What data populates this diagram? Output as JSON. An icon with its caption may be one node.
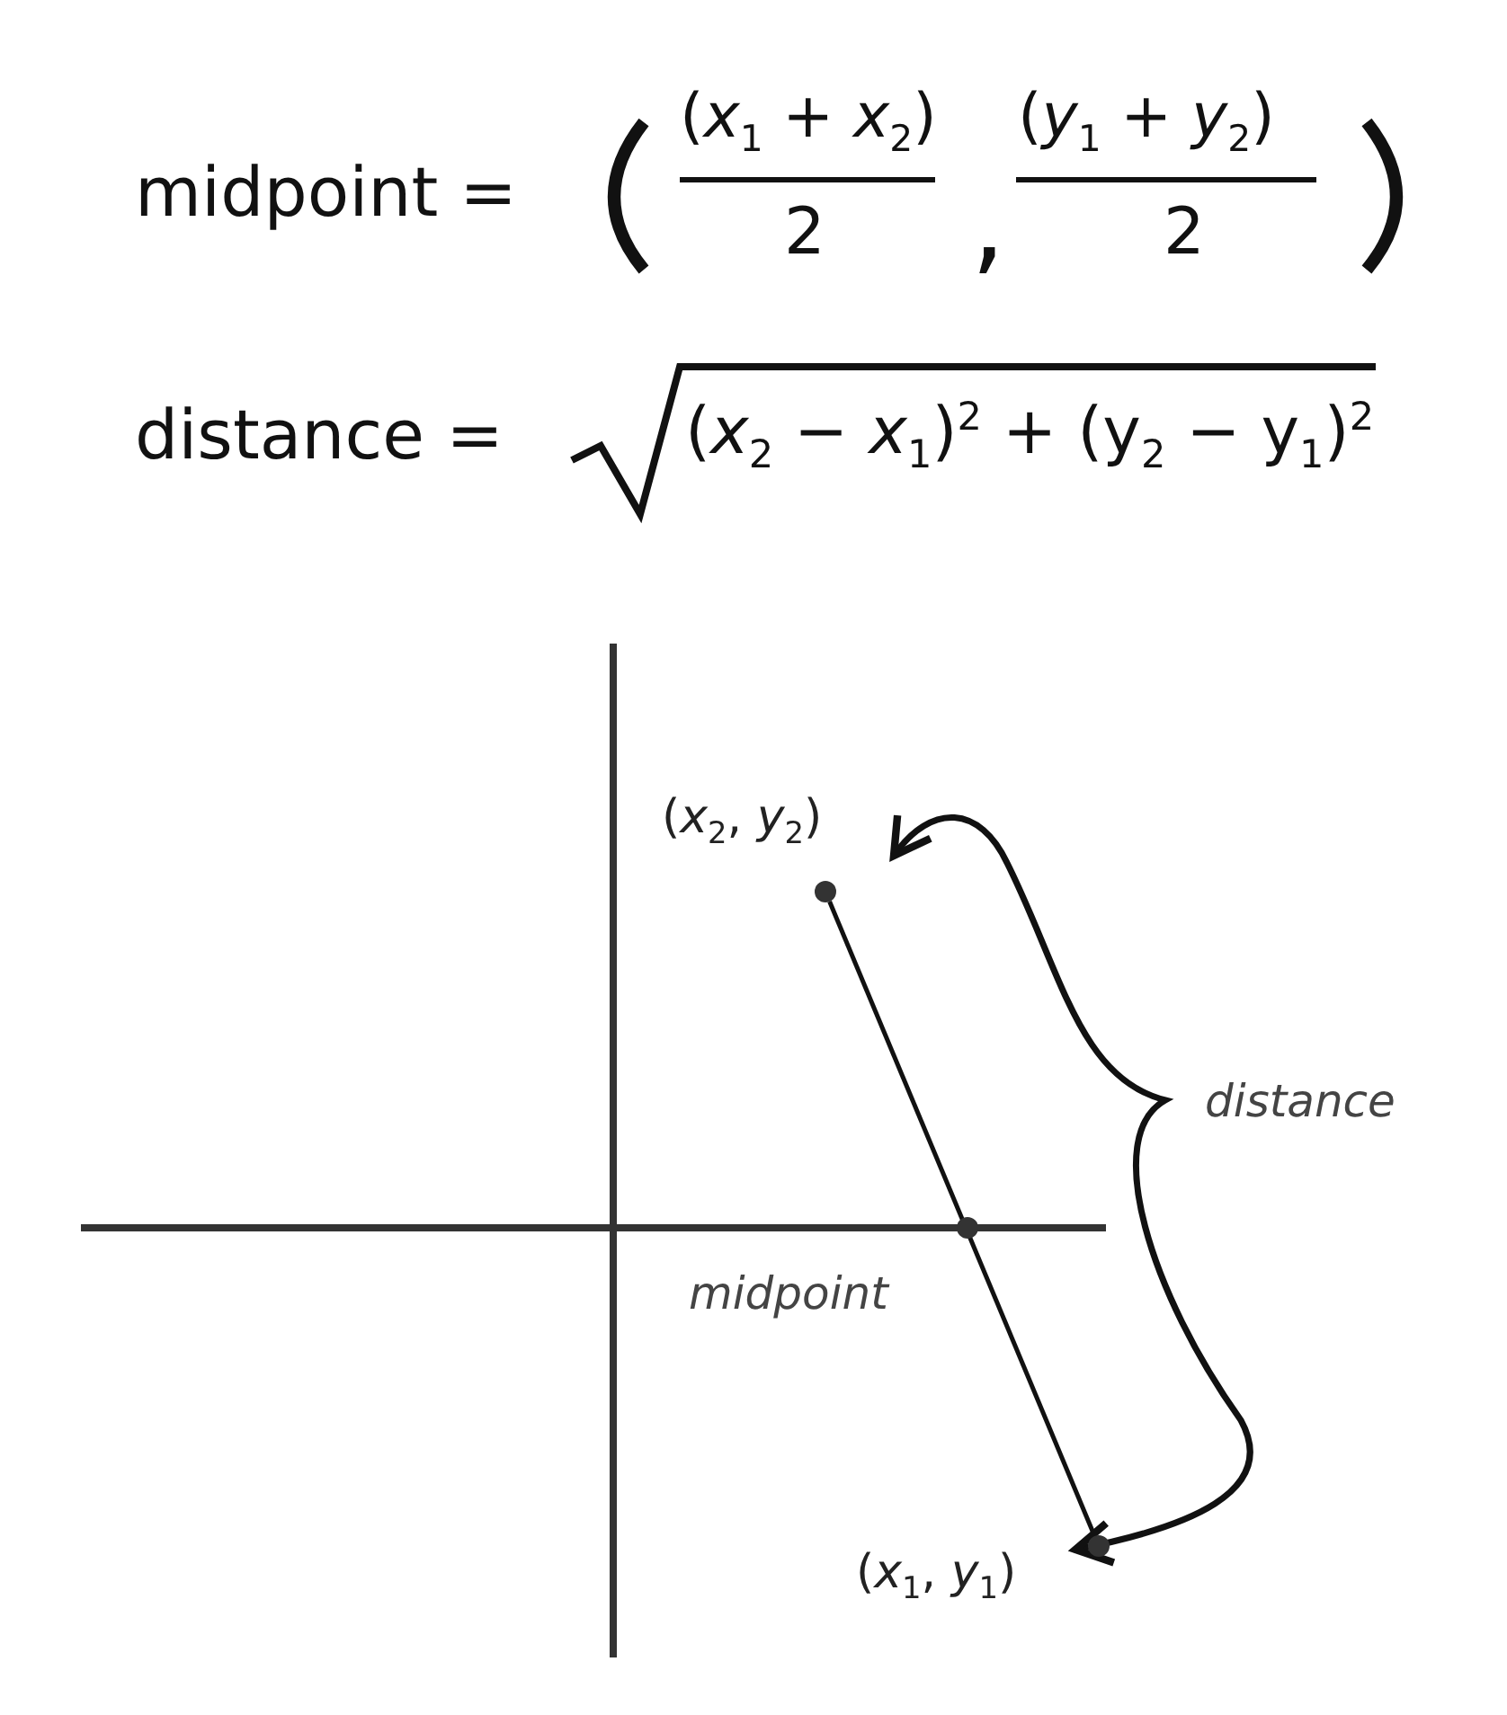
{
  "diagram": {
    "nodes": [
      {
        "text": [
          "(*x*$_{2}$, *y*$_{2}$)"
        ]
      },
      {
        "text": [],
        "shape": "circle"
      },
      {
        "text": [],
        "shape": "circle",
        "beside": [
          "midpoint"
        ]
      },
      {
        "text": [],
        "shape": "circle"
      },
      {
        "text": [
          "(*x*$_{1}$, *y*$_{1}$)"
        ]
      }
    ],
    "edges": [
      {
        "from": 1,
        "to": 3,
        "arrow": "none"
      },
      {
        "from": 0,
        "to": 4,
        "arrow": "both",
        "label": "distance"
      }
    ],
    "labels": [
      "midpoint =",
      "(*x*$_{1}$ + *x*$_{2}$)",
      "2",
      ",",
      "(*y*$_{1}$ + *y*$_{2}$)",
      "2",
      "distance =",
      "(*x*$_{2}$ − *x*$_{1}$)$^{2}$ + (y$_{2}$ − y$_{1}$)$^{2}$"
    ]
  }
}
